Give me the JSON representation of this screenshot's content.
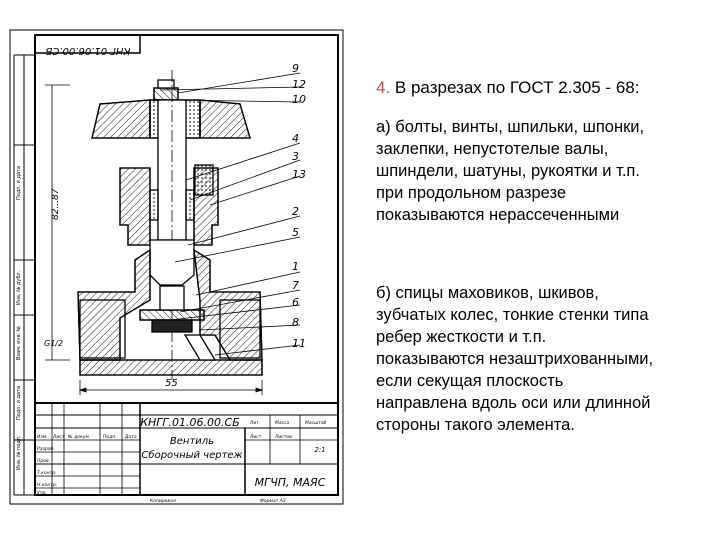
{
  "drawing": {
    "stamp_code_vertical": "КНГ 01.06.00.СБ",
    "title_code": "КНГГ.01.06.00.СБ",
    "title_name_line1": "Вентиль",
    "title_name_line2": "Сборочный чертеж",
    "organization": "МГЧП, МАЯС",
    "dimension_55": "55",
    "dimension_82": "82...87",
    "thread_label": "G1/2",
    "sheet_label": "2:1",
    "callouts": [
      "9",
      "12",
      "10",
      "4",
      "3",
      "13",
      "2",
      "5",
      "1",
      "7",
      "6",
      "8",
      "11"
    ],
    "side_labels": [
      "Инв. № подл.",
      "Подп. и дата",
      "Взам. инв. №",
      "Инв. № дубл.",
      "Подп. и дата"
    ],
    "title_cells": [
      "Изм.",
      "Лист",
      "№ докум.",
      "Подп.",
      "Дата",
      "Разраб.",
      "Пров.",
      "Т.контр.",
      "Н.контр.",
      "Утв.",
      "Лит.",
      "Масса",
      "Масштаб",
      "Лист",
      "Листов",
      "Копировал",
      "Формат А3"
    ]
  },
  "text": {
    "heading_num": "4.",
    "heading_text": " В разрезах по  ГОСТ 2.305 - 68:",
    "para_a": [
      "а) болты, винты, шпильки, шпонки,",
      "заклепки, непустотелые валы,",
      "шпиндели, шатуны, рукоятки и т.п.",
      "при продольном   разрезе",
      "показываются нерассеченными"
    ],
    "para_b": [
      "б) спицы маховиков, шкивов,",
      "зубчатых колес, тонкие стенки типа",
      "ребер жесткости и т.п.",
      "показываются незаштрихованными,",
      "если секущая плоскость",
      "направлена вдоль оси или длинной",
      "стороны такого элемента."
    ]
  },
  "colors": {
    "accent_number": "#c0504d",
    "ink": "#000000",
    "hatch": "#3a3a3a"
  }
}
